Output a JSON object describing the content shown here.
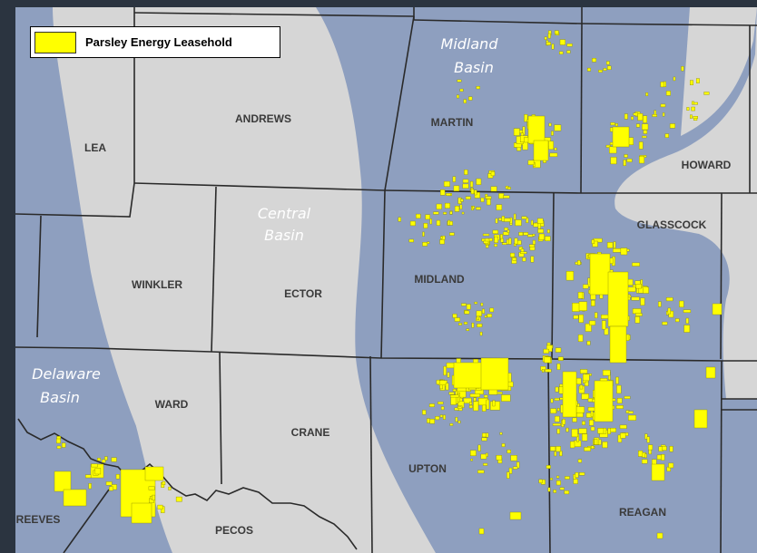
{
  "legend": {
    "label": "Parsley Energy Leasehold",
    "swatch_color": "#ffff00"
  },
  "basins": {
    "midland": [
      "Midland",
      "Basin"
    ],
    "central": [
      "Central",
      "Basin"
    ],
    "delaware": [
      "Delaware",
      "Basin"
    ]
  },
  "counties": {
    "lea": "LEA",
    "andrews": "ANDREWS",
    "martin": "MARTIN",
    "howard": "HOWARD",
    "glasscock": "GLASSCOCK",
    "winkler": "WINKLER",
    "ector": "ECTOR",
    "midland": "MIDLAND",
    "ward": "WARD",
    "crane": "CRANE",
    "upton": "UPTON",
    "reagan": "REAGAN",
    "reeves": "REEVES",
    "pecos": "PECOS"
  },
  "colors": {
    "basin_blue": "#8e9fbf",
    "platform_gray": "#d6d6d6",
    "leasehold_yellow": "#ffff00",
    "county_border": "#2a2a2a"
  }
}
